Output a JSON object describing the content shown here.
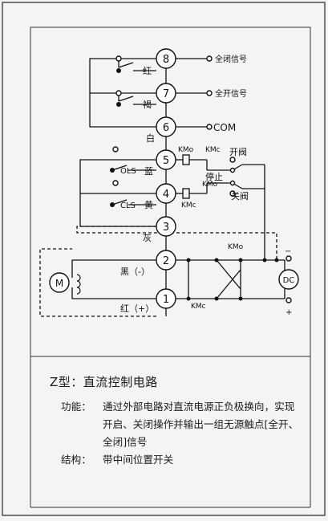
{
  "diagram": {
    "terminals": [
      "8",
      "7",
      "6",
      "5",
      "4",
      "3",
      "2",
      "1"
    ],
    "wire_colors": {
      "t8": "红",
      "t7": "褐",
      "t6": "白",
      "t5": "蓝",
      "t4": "黄",
      "t3": "灰",
      "t2": "黑（-）",
      "t1": "红（+）"
    },
    "signals": {
      "full_closed": "全闭信号",
      "full_open": "全开信号",
      "com": "COM"
    },
    "limit_switches": {
      "ols": "OLS",
      "cls": "CLS"
    },
    "relays": {
      "kmo": "KMo",
      "kmc": "KMc"
    },
    "switch_labels": {
      "open": "开阀",
      "stop": "停止",
      "close": "关阀"
    },
    "motor": "M",
    "power": "DC",
    "power_plus": "+",
    "power_minus": "−"
  },
  "caption": {
    "title": "Z型：直流控制电路",
    "function_label": "功能：",
    "function_text": "通过外部电路对直流电源正负极换向，实现开启、关闭操作并输出一组无源触点[全开、全闭]信号",
    "structure_label": "结构：",
    "structure_text": "带中间位置开关"
  }
}
